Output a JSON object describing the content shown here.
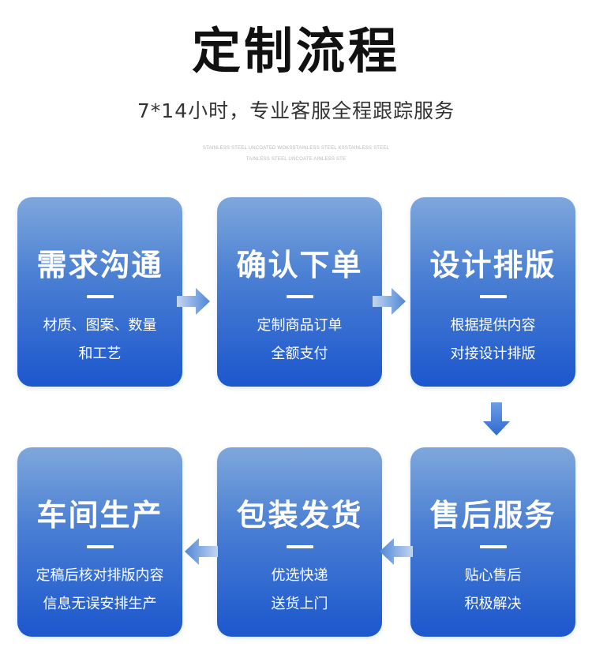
{
  "header": {
    "title": "定制流程",
    "subtitle": "7*14小时，专业客服全程跟踪服务",
    "tiny_line1": "STAINLESS STEEL UNCOATED WOKSSTAINLESS STEEL KSSTAINLESS STEEL",
    "tiny_line2": "TAINLESS STEEL UNCOATE AINLESS STE"
  },
  "steps": [
    {
      "title": "需求沟通",
      "line1": "材质、图案、数量",
      "line2": "和工艺"
    },
    {
      "title": "确认下单",
      "line1": "定制商品订单",
      "line2": "全额支付"
    },
    {
      "title": "设计排版",
      "line1": "根据提供内容",
      "line2": "对接设计排版"
    },
    {
      "title": "售后服务",
      "line1": "贴心售后",
      "line2": "积极解决"
    },
    {
      "title": "包装发货",
      "line1": "优选快递",
      "line2": "送货上门"
    },
    {
      "title": "车间生产",
      "line1": "定稿后核对排版内容",
      "line2": "信息无误安排生产"
    }
  ],
  "colors": {
    "card_top": "#7fa7dc",
    "card_bottom": "#1c57cd",
    "arrow": "#4f87d6",
    "title_text": "#111111"
  }
}
